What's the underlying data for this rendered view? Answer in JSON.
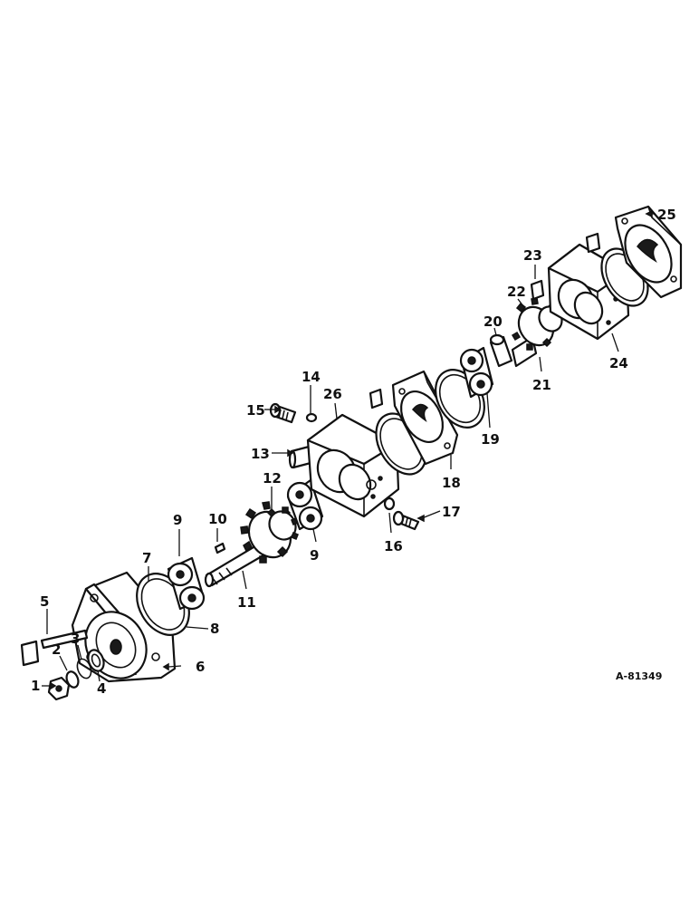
{
  "diagram": {
    "reference_number": "A-81349",
    "callouts": [
      "1",
      "2",
      "3",
      "4",
      "5",
      "6",
      "7",
      "8",
      "9",
      "9",
      "10",
      "11",
      "12",
      "13",
      "14",
      "15",
      "16",
      "17",
      "18",
      "19",
      "20",
      "21",
      "22",
      "23",
      "24",
      "25",
      "26"
    ]
  }
}
